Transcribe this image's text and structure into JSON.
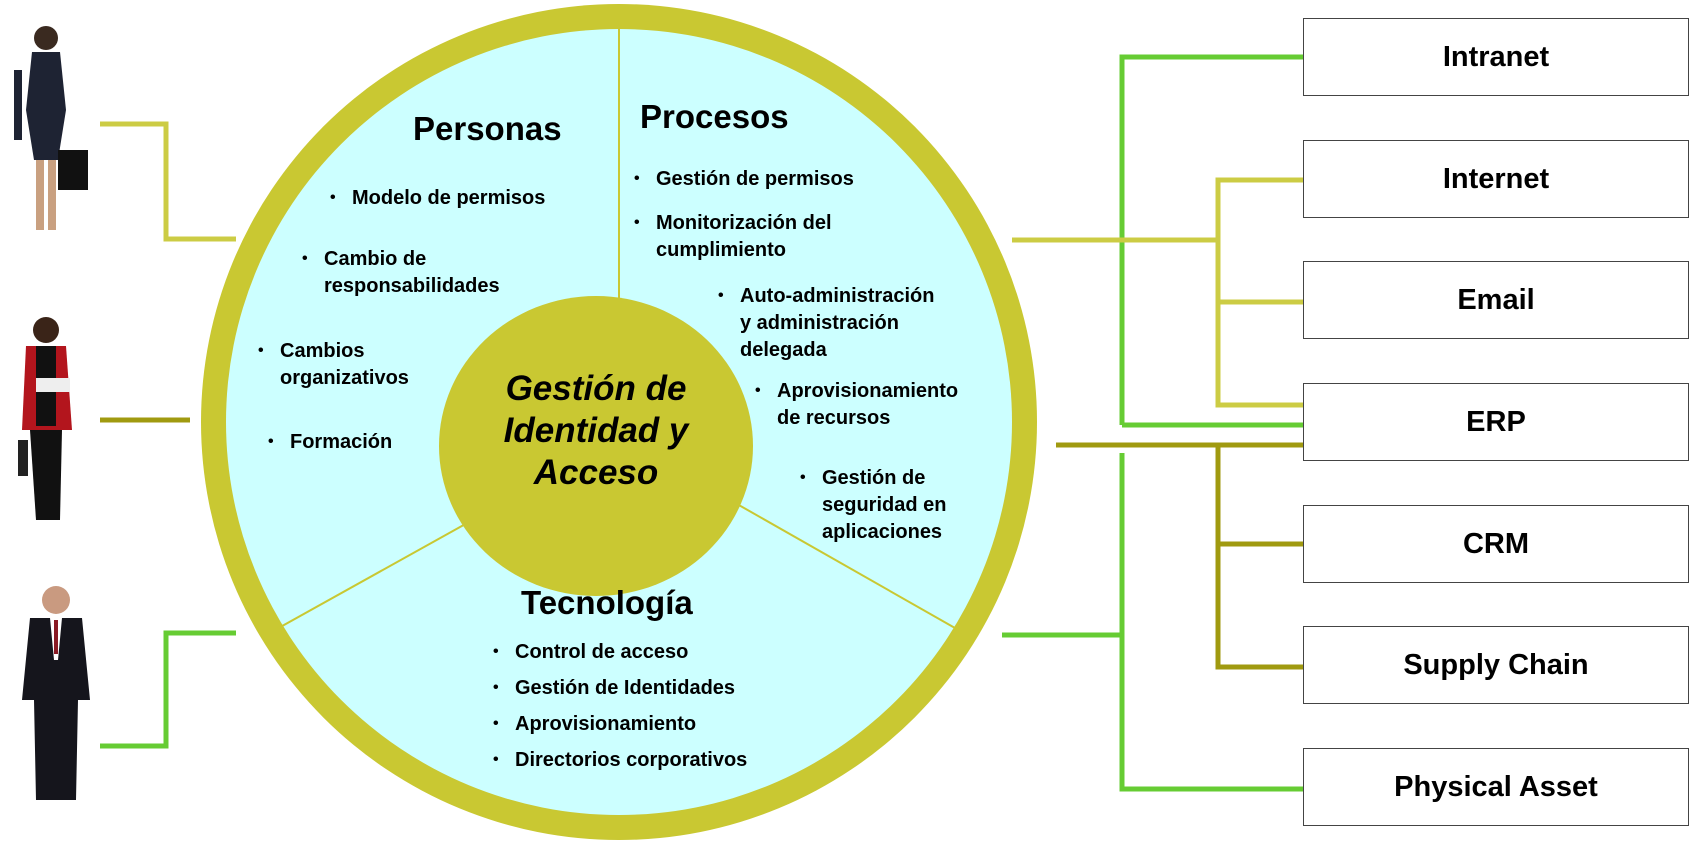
{
  "center": {
    "line1": "Gestión de",
    "line2": "Identidad y",
    "line3": "Acceso"
  },
  "sections": {
    "personas": {
      "title": "Personas",
      "items": [
        "Modelo de permisos",
        "Cambio de",
        "responsabilidades",
        "Cambios",
        "organizativos",
        "Formación"
      ]
    },
    "procesos": {
      "title": "Procesos",
      "items": [
        "Gestión de permisos",
        "Monitorización del",
        "cumplimiento",
        "Auto-administración",
        "y administración",
        "delegada",
        "Aprovisionamiento",
        "de recursos",
        "Gestión de",
        "seguridad en",
        "aplicaciones"
      ]
    },
    "tecnologia": {
      "title": "Tecnología",
      "items": [
        "Control de acceso",
        "Gestión de Identidades",
        "Aprovisionamiento",
        "Directorios corporativos"
      ]
    }
  },
  "systems": [
    "Intranet",
    "Internet",
    "Email",
    "ERP",
    "CRM",
    "Supply Chain",
    "Physical Asset"
  ],
  "colors": {
    "ring": "#c9c832",
    "inner": "#ccffff",
    "hub": "#c9c832",
    "green": "#66cc33",
    "yellow": "#cccc44",
    "olive": "#a09a10"
  }
}
